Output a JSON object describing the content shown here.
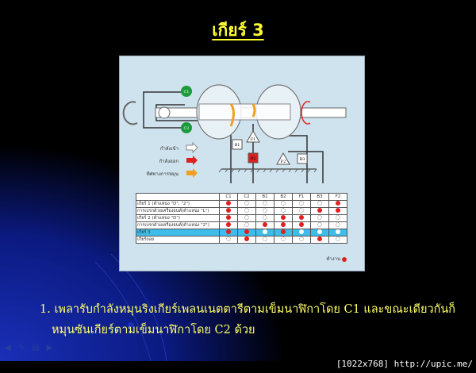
{
  "slide": {
    "title": "เกียร์ 3",
    "bullet_number": "1.",
    "bullet_line1": "เพลารับกำลังหมุนริงเกียร์เพลนเนตตารีตามเข็มนาฬิกาโดย C1 และขณะเดียวกันก็",
    "bullet_line2": "หมุนซันเกียร์ตามเข็มนาฬิกาโดย C2 ด้วย"
  },
  "diagram": {
    "labels": {
      "c1": "C1",
      "c2": "C2",
      "b1": "B1",
      "b2": "B2",
      "f1": "F1",
      "f2": "F2",
      "b3": "B3"
    },
    "legend": [
      {
        "label": "กำลังเข้า",
        "color": "#ffffff"
      },
      {
        "label": "กำลังออก",
        "color": "#e02020"
      },
      {
        "label": "ทิศทางการหมุน",
        "color": "#f0a020"
      }
    ]
  },
  "table": {
    "columns": [
      "C1",
      "C2",
      "B1",
      "B2",
      "F1",
      "B3",
      "F2"
    ],
    "rows": [
      {
        "label": "เกียร์ 1 (ตำแหน่ง \"D\", \"2\")",
        "active": [
          1,
          0,
          0,
          0,
          0,
          0,
          1
        ]
      },
      {
        "label": "การเบรกด้วยเครื่องยนต์(ตำแหน่ง \"L\")",
        "active": [
          1,
          0,
          0,
          0,
          0,
          1,
          1
        ]
      },
      {
        "label": "เกียร์ 2 (ตำแหน่ง \"D\")",
        "active": [
          1,
          0,
          0,
          1,
          1,
          0,
          0
        ]
      },
      {
        "label": "การเบรกด้วยเครื่องยนต์(ตำแหน่ง \"2\")",
        "active": [
          1,
          0,
          1,
          1,
          1,
          0,
          0
        ]
      },
      {
        "label": "เกียร์ 3",
        "active": [
          1,
          1,
          0,
          1,
          0,
          0,
          0
        ],
        "highlighted": true
      },
      {
        "label": "เกียร์ถอย",
        "active": [
          0,
          1,
          0,
          0,
          0,
          1,
          0
        ]
      }
    ],
    "active_legend": "ทำงาน",
    "active_color": "#e02020",
    "highlight_color": "#3dbde9"
  },
  "nav_icons": [
    "previous-icon",
    "pen-icon",
    "menu-icon",
    "next-icon"
  ],
  "watermark": "[1022x768] http://upic.me/"
}
